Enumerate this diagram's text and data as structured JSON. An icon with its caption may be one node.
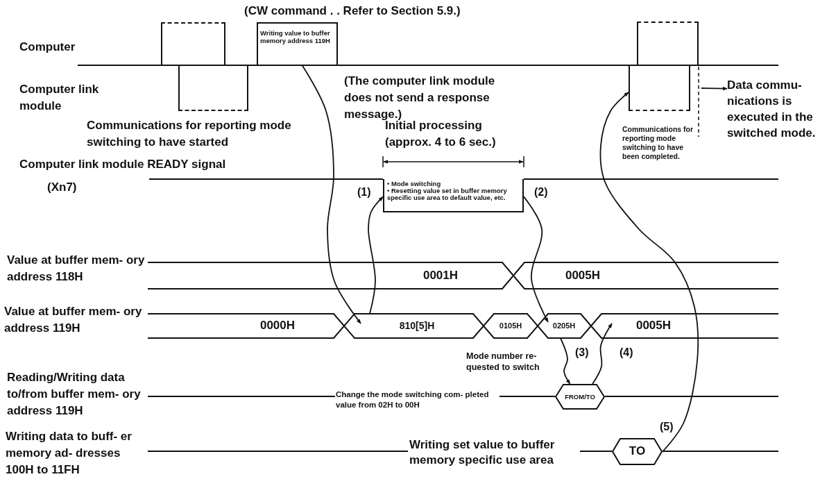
{
  "diagram": {
    "nodes": [
      {
        "text": [],
        "shape": "box"
      },
      {
        "text": [
          "Writing value to buffer memory address 119H"
        ]
      },
      {
        "text": [],
        "shape": "box"
      },
      {
        "text": [],
        "shape": "box"
      },
      {
        "text": [],
        "shape": "box"
      },
      {
        "text": [
          "• Mode switching",
          "• Resetting value set in buffer memory specific use area to default value, etc."
        ]
      },
      {
        "text": [
          "0001H"
        ]
      },
      {
        "text": [
          "0005H"
        ]
      },
      {
        "text": [
          "0000H"
        ]
      },
      {
        "text": [
          "810[5]H"
        ]
      },
      {
        "text": [
          "0105H"
        ]
      },
      {
        "text": [
          "0205H"
        ]
      },
      {
        "text": [
          "0005H"
        ]
      },
      {
        "text": [
          "FROM/TO"
        ]
      },
      {
        "text": [
          "TO"
        ]
      },
      {
        "text": [
          "Data commu- nications is executed in the switched mode."
        ]
      }
    ],
    "edges": [
      {
        "from": 1,
        "to": 9,
        "arrow": "to"
      },
      {
        "from": 9,
        "to": 5,
        "arrow": "to",
        "label": "(1)"
      },
      {
        "from": 5,
        "to": 11,
        "arrow": "to",
        "label": "(2)"
      },
      {
        "from": 11,
        "to": 13,
        "arrow": "to",
        "label": "(3)"
      },
      {
        "from": 13,
        "to": 12,
        "arrow": "to",
        "label": "(4)"
      },
      {
        "from": 14,
        "to": 4,
        "arrow": "to",
        "label": "(5)"
      },
      {
        "from": null,
        "to": 15,
        "arrow": "to"
      }
    ],
    "labels": [
      "(CW command . . Refer to Section 5.9.)",
      "Computer",
      "Computer link module",
      "(The computer link module does not send a response message.)",
      "Communications for reporting mode switching to have started",
      "Initial processing (approx. 4 to 6 sec.)",
      "Communications for reporting mode switching to have been completed.",
      "Computer link module READY signal",
      "(Xn7)",
      "Value at buffer mem- ory address 118H",
      "Value at buffer mem- ory address 119H",
      "Mode number re- quested to switch",
      "Reading/Writing data to/from buffer mem- ory address 119H",
      "Change the mode switching com- pleted value from 02H to 00H",
      "Writing data to buff- er memory ad- dresses 100H to 11FH",
      "Writing set value to buffer memory specific use area"
    ]
  }
}
